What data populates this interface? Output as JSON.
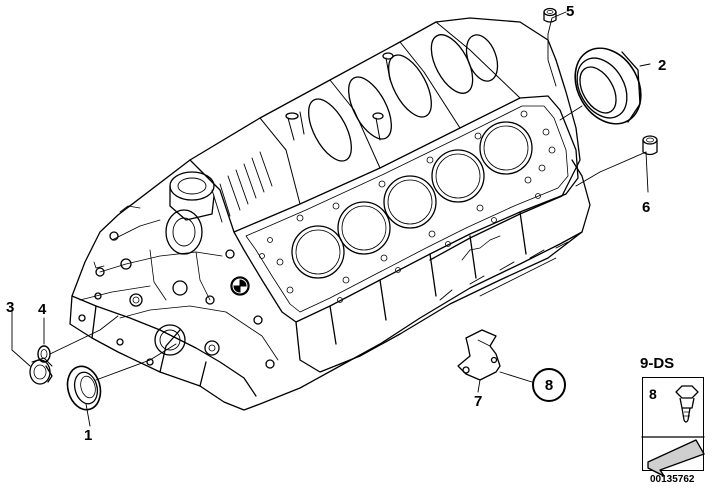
{
  "callouts": {
    "c1": "1",
    "c2": "2",
    "c3": "3",
    "c4": "4",
    "c5": "5",
    "c6": "6",
    "c7": "7",
    "c8": "8"
  },
  "legend": {
    "title": "9-DS",
    "item_number": "8"
  },
  "document_number": "00135762"
}
